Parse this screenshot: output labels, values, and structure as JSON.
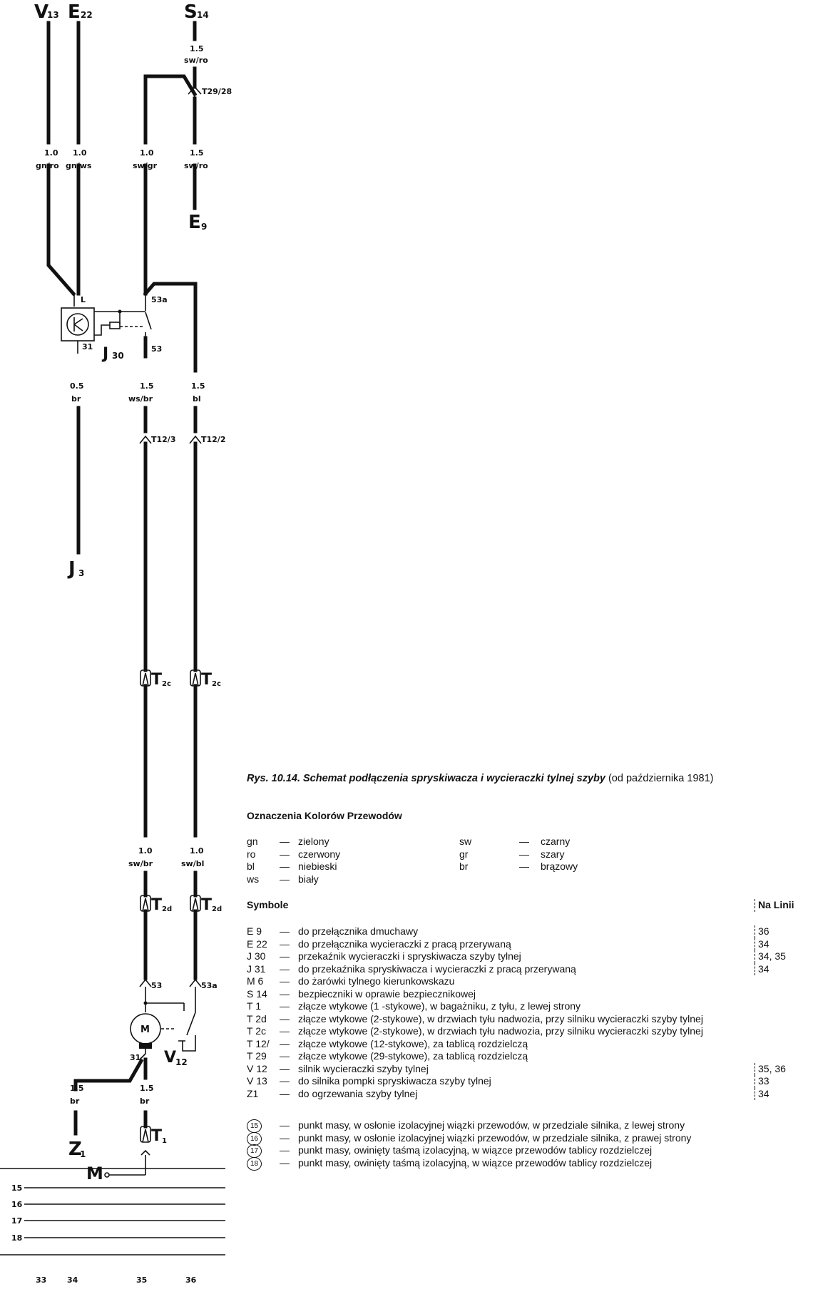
{
  "diagram": {
    "top_labels": {
      "v13": "V",
      "v13_sub": "13",
      "e22": "E",
      "e22_sub": "22",
      "s14": "S",
      "s14_sub": "14"
    },
    "wires": {
      "s14_top": [
        "1.5",
        "sw/ro"
      ],
      "t29": "T29/28",
      "v13": [
        "1.0",
        "gn/ro"
      ],
      "e22": [
        "1.0",
        "gn/ws"
      ],
      "mid": [
        "1.0",
        "sw/gr"
      ],
      "e9w": [
        "1.5",
        "sw/ro"
      ],
      "br05": [
        "0.5",
        "br"
      ],
      "wsbr": [
        "1.5",
        "ws/br"
      ],
      "bl15": [
        "1.5",
        "bl"
      ],
      "swbr10": [
        "1.0",
        "sw/br"
      ],
      "swbl10": [
        "1.0",
        "sw/bl"
      ],
      "z1br": [
        "1.5",
        "br"
      ],
      "mbr": [
        "1.5",
        "br"
      ]
    },
    "e9": {
      "main": "E",
      "sub": "9"
    },
    "relay": {
      "l": "L",
      "p31": "31",
      "p53a": "53a",
      "p53": "53",
      "name": "J",
      "name_sub": "30"
    },
    "j3": {
      "main": "J",
      "sub": "3"
    },
    "t12_3": "T12/3",
    "t12_2": "T12/2",
    "t2c": {
      "main": "T",
      "sub": "2c"
    },
    "t2d": {
      "main": "T",
      "sub": "2d"
    },
    "motor": {
      "m": "M",
      "p53": "53",
      "p53a": "53a",
      "p31": "31",
      "name": "V",
      "name_sub": "12"
    },
    "z1": {
      "main": "Z",
      "sub": "1"
    },
    "t1": {
      "main": "T",
      "sub": "1"
    },
    "m": "M",
    "bus_numbers": [
      "15",
      "16",
      "17",
      "18"
    ],
    "line_numbers": [
      "33",
      "34",
      "35",
      "36"
    ]
  },
  "legend": {
    "caption_italic": "Rys. 10.14. Schemat podłączenia spryskiwacza i wycieraczki tylnej szyby",
    "caption_rest": " (od października 1981)",
    "colors_title": "Oznaczenia Kolorów Przewodów",
    "colors_left": [
      {
        "code": "gn",
        "name": "zielony"
      },
      {
        "code": "ro",
        "name": "czerwony"
      },
      {
        "code": "bl",
        "name": "niebieski"
      },
      {
        "code": "ws",
        "name": "biały"
      }
    ],
    "colors_right": [
      {
        "code": "sw",
        "name": "czarny"
      },
      {
        "code": "gr",
        "name": "szary"
      },
      {
        "code": "br",
        "name": "brązowy"
      }
    ],
    "dash": "—",
    "symbols_title": "Symbole",
    "line_title": "Na Linii",
    "symbols": [
      {
        "code": "E 9",
        "desc": "do przełącznika dmuchawy",
        "line": "36"
      },
      {
        "code": "E 22",
        "desc": "do przełącznika wycieraczki z pracą przerywaną",
        "line": "34"
      },
      {
        "code": "J 30",
        "desc": "przekaźnik wycieraczki i spryskiwacza szyby tylnej",
        "line": "34, 35"
      },
      {
        "code": "J 31",
        "desc": "do przekaźnika spryskiwacza i wycieraczki z pracą przerywaną",
        "line": "34"
      },
      {
        "code": "M 6",
        "desc": "do żarówki tylnego kierunkowskazu",
        "line": ""
      },
      {
        "code": "S 14",
        "desc": "bezpieczniki w oprawie bezpiecznikowej",
        "line": ""
      },
      {
        "code": "T 1",
        "desc": "złącze wtykowe (1 -stykowe), w bagażniku, z tyłu, z lewej strony",
        "line": ""
      },
      {
        "code": "T 2d",
        "desc": "złącze wtykowe (2-stykowe), w drzwiach tyłu nadwozia, przy silniku wycieraczki szyby tylnej",
        "line": ""
      },
      {
        "code": "T 2c",
        "desc": "złącze wtykowe (2-stykowe), w drzwiach tyłu nadwozia, przy silniku wycieraczki szyby tylnej",
        "line": ""
      },
      {
        "code": "T 12/",
        "desc": "złącze wtykowe (12-stykowe), za tablicą rozdzielczą",
        "line": ""
      },
      {
        "code": "T 29",
        "desc": "złącze wtykowe (29-stykowe), za tablicą rozdzielczą",
        "line": ""
      },
      {
        "code": "V 12",
        "desc": "silnik wycieraczki szyby tylnej",
        "line": "35, 36"
      },
      {
        "code": "V 13",
        "desc": "do silnika pompki spryskiwacza szyby tylnej",
        "line": "33"
      },
      {
        "code": "Z1",
        "desc": "do ogrzewania szyby tylnej",
        "line": "34"
      }
    ],
    "grounds": [
      {
        "num": "15",
        "desc": "punkt masy, w osłonie izolacyjnej wiązki przewodów, w przedziale silnika, z lewej strony"
      },
      {
        "num": "16",
        "desc": "punkt masy, w osłonie izolacyjnej wiązki przewodów, w przedziale silnika, z prawej strony"
      },
      {
        "num": "17",
        "desc": "punkt masy, owinięty taśmą izolacyjną, w wiązce przewodów tablicy rozdzielczej"
      },
      {
        "num": "18",
        "desc": "punkt masy, owinięty taśmą izolacyjną, w wiązce przewodów tablicy rozdzielczej"
      }
    ]
  }
}
